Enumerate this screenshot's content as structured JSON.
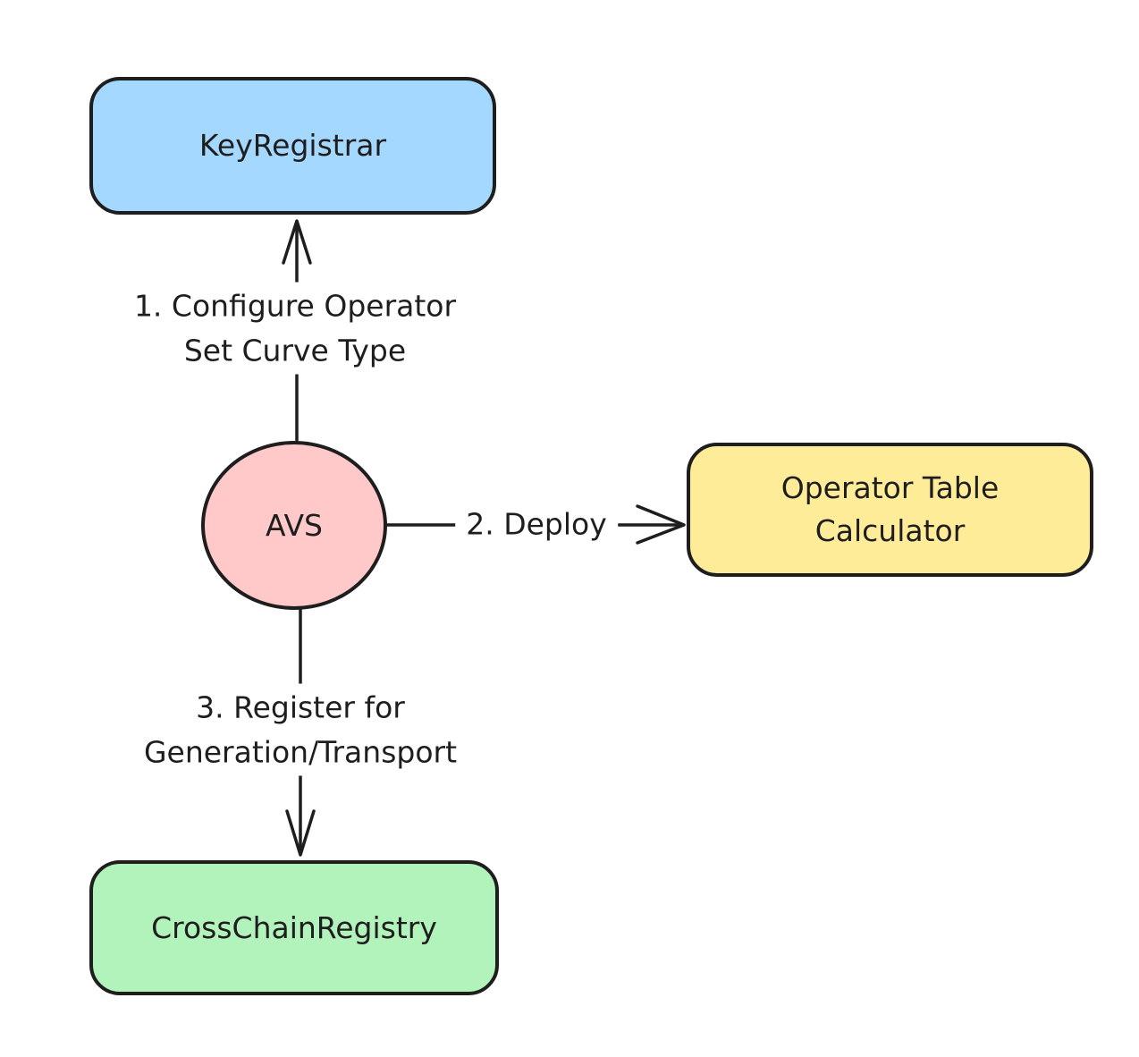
{
  "diagram": {
    "background": "#ffffff",
    "stroke_color": "#1e1e1e",
    "nodes": {
      "key_registrar": {
        "label": "KeyRegistrar",
        "shape": "rounded-rectangle",
        "fill": "#a5d8ff"
      },
      "avs": {
        "label": "AVS",
        "shape": "ellipse",
        "fill": "#ffc9c9"
      },
      "operator_table_calculator": {
        "label": "Operator Table\nCalculator",
        "shape": "rounded-rectangle",
        "fill": "#ffec99"
      },
      "cross_chain_registry": {
        "label": "CrossChainRegistry",
        "shape": "rounded-rectangle",
        "fill": "#b2f2bb"
      }
    },
    "edges": {
      "configure": {
        "label": "1. Configure Operator\nSet Curve Type",
        "from": "avs",
        "to": "key_registrar",
        "direction": "up"
      },
      "deploy": {
        "label": "2. Deploy",
        "from": "avs",
        "to": "operator_table_calculator",
        "direction": "right"
      },
      "register": {
        "label": "3. Register for\nGeneration/Transport",
        "from": "avs",
        "to": "cross_chain_registry",
        "direction": "down"
      }
    }
  }
}
